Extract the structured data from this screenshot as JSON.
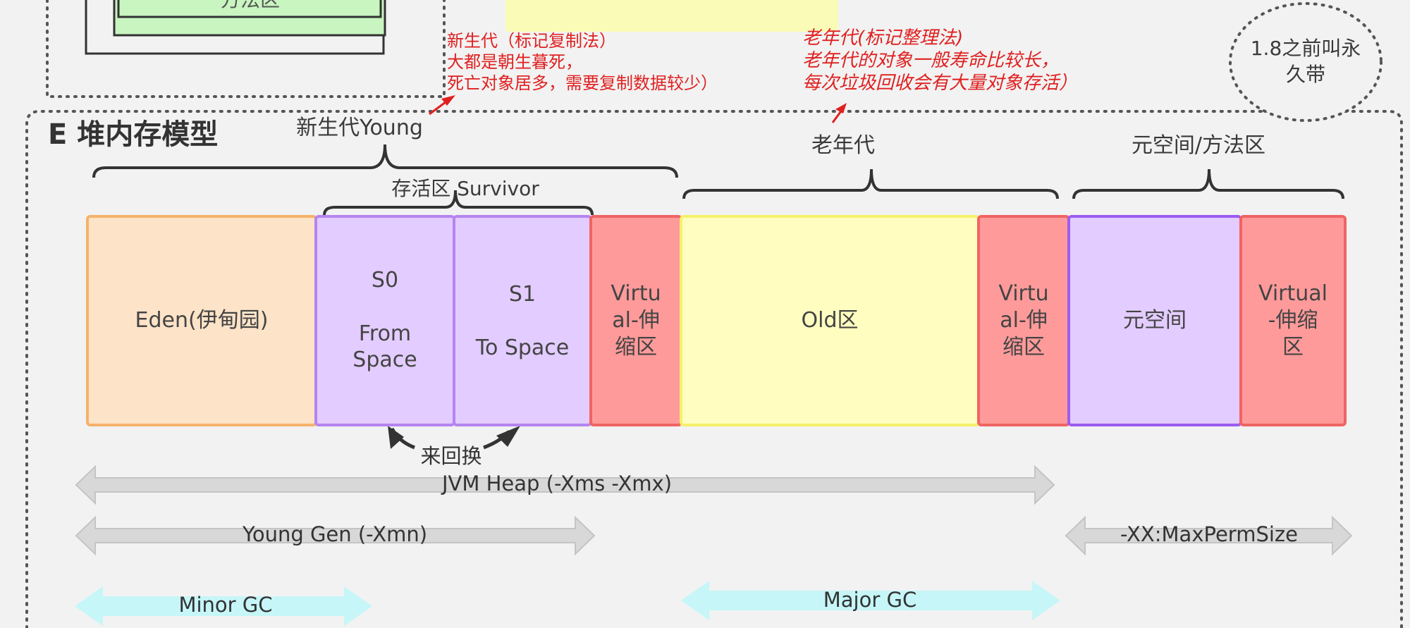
{
  "top_box": {
    "label": "方法区"
  },
  "notes": {
    "young": [
      "新生代（标记复制法）",
      "大都是朝生暮死，",
      "死亡对象居多，需要复制数据较少）"
    ],
    "old": [
      "老年代(标记整理法)",
      "老年代的对象一般寿命比较长，",
      "每次垃圾回收会有大量对象存活）"
    ],
    "perm": [
      "1.8之前叫永",
      "久带"
    ]
  },
  "section_title": "E 堆内存模型",
  "braces": {
    "young": "新生代Young",
    "survivor": "存活区 Survivor",
    "old": "老年代",
    "meta": "元空间/方法区"
  },
  "blocks": {
    "eden": "Eden(伊甸园)",
    "s0": [
      "S0",
      "From",
      "Space"
    ],
    "s1": [
      "S1",
      "To Space"
    ],
    "virtual1": [
      "Virtu",
      "al-伸",
      "缩区"
    ],
    "old": "Old区",
    "virtual2": [
      "Virtu",
      "al-伸",
      "缩区"
    ],
    "metaspace": "元空间",
    "virtual3": [
      "Virtual",
      "-伸缩",
      "区"
    ]
  },
  "swap_label": "来回换",
  "ranges": {
    "heap": "JVM Heap (-Xms -Xmx)",
    "young": "Young Gen (-Xmn)",
    "perm": "-XX:MaxPermSize",
    "minor": "Minor GC",
    "major": "Major GC"
  },
  "colors": {
    "eden": "#fde3c8",
    "eden_border": "#f5b26b",
    "survivor": "#e3ccff",
    "survivor_border": "#b585f0",
    "virtual": "#ff9a9a",
    "virtual_border": "#f06464",
    "old": "#fffec0",
    "old_border": "#f5f06a",
    "meta": "#e3ccff",
    "meta_border": "#9c5cf0",
    "note": "#e02020",
    "gray_arrow": "#d8d8d8",
    "cyan_arrow": "#c6f6f8"
  }
}
